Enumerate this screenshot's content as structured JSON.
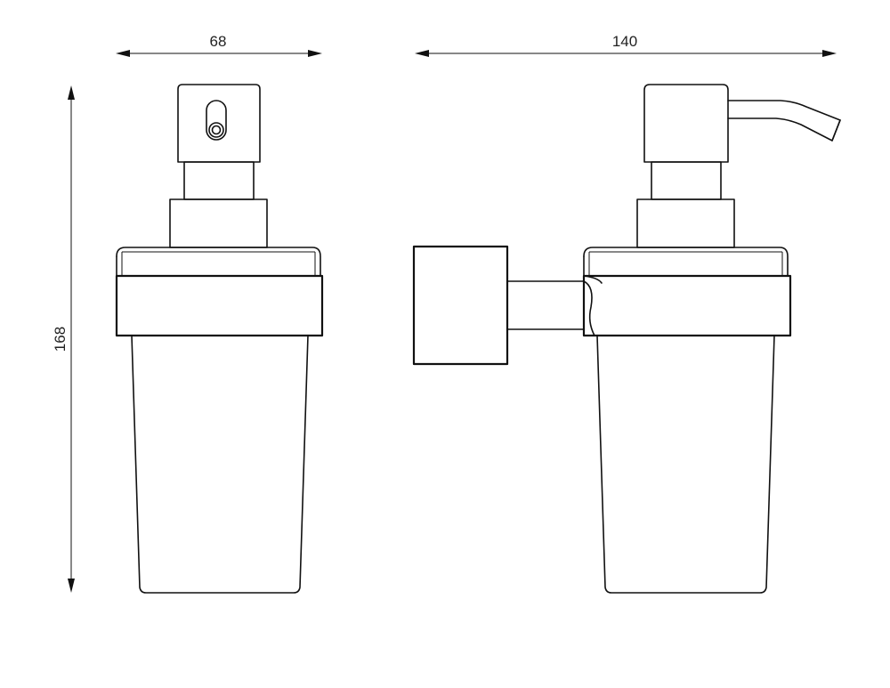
{
  "dimensions": {
    "front_width": "68",
    "side_depth": "140",
    "height": "168"
  },
  "colors": {
    "line": "#111111",
    "background": "#ffffff"
  }
}
